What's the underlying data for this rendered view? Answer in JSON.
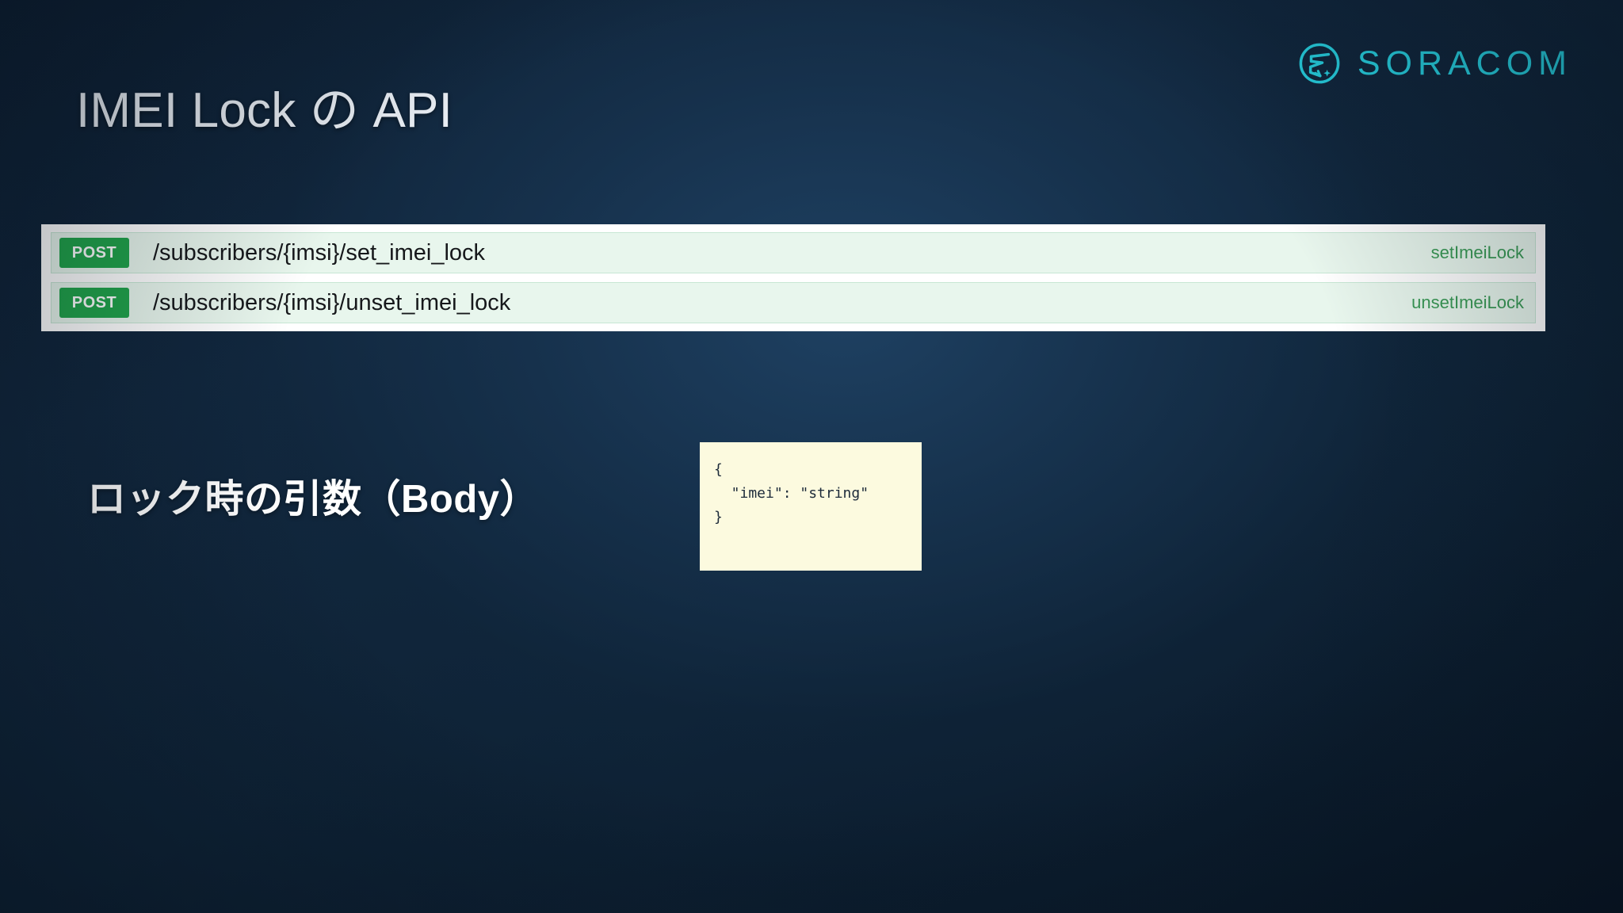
{
  "slide": {
    "title": "IMEI Lock の API",
    "background_color": "#0f2438",
    "accent_color": "#27d3e3"
  },
  "brand": {
    "name": "SORACOM",
    "mark_label": "soracom-logo-icon",
    "color": "#27d3e3"
  },
  "api_panel": {
    "rows": [
      {
        "method": "POST",
        "path": "/subscribers/{imsi}/set_imei_lock",
        "operation_id": "setImeiLock"
      },
      {
        "method": "POST",
        "path": "/subscribers/{imsi}/unset_imei_lock",
        "operation_id": "unsetImeiLock"
      }
    ],
    "method_color": "#21a44b",
    "row_background": "#e8f6ed",
    "operation_color": "#3a9a56"
  },
  "body_section": {
    "label": "ロック時の引数（Body）",
    "code": "{\n  \"imei\": \"string\"\n}",
    "code_background": "#fcfadf"
  }
}
